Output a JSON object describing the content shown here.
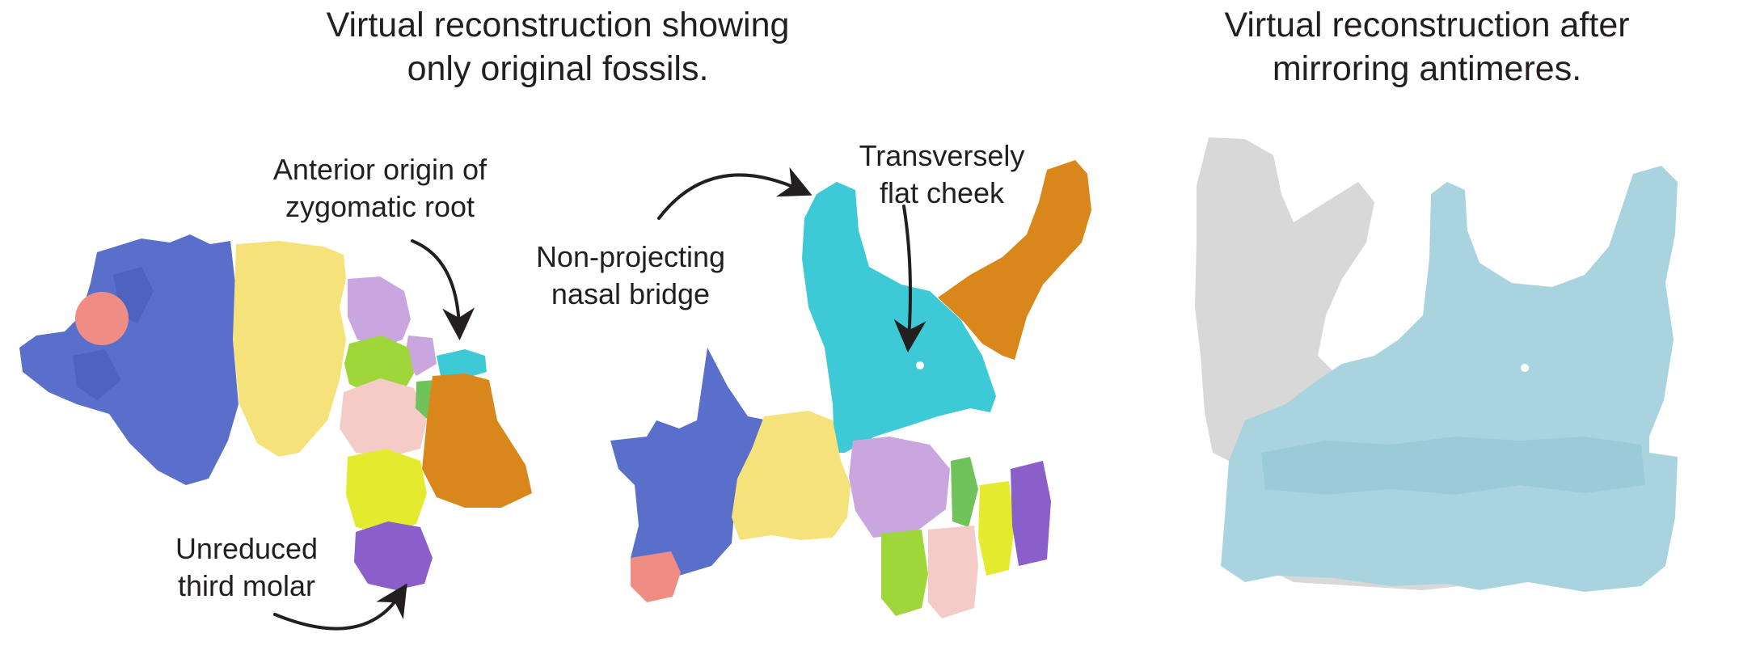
{
  "headings": {
    "left": "Virtual reconstruction showing\nonly original fossils.",
    "right": "Virtual reconstruction after\nmirroring antimeres."
  },
  "annotations": {
    "zygomatic_root": "Anterior origin of\nzygomatic root",
    "third_molar": "Unreduced\nthird molar",
    "nasal_bridge": "Non-projecting\nnasal bridge",
    "flat_cheek": "Transversely\nflat cheek"
  },
  "colors": {
    "blue": "#5a6fc9",
    "yellow": "#f6e27a",
    "salmon": "#ef8c83",
    "lavender": "#c9a6de",
    "lime": "#9fd63a",
    "pink": "#f5cbc8",
    "lemon": "#e4ea2e",
    "purple": "#8a5fc9",
    "orange": "#d9861a",
    "cyan": "#3ec9d6",
    "green": "#6fc35a",
    "pale_blue": "#a9d4df",
    "grey": "#d8d8d8",
    "arrow": "#231f20"
  }
}
